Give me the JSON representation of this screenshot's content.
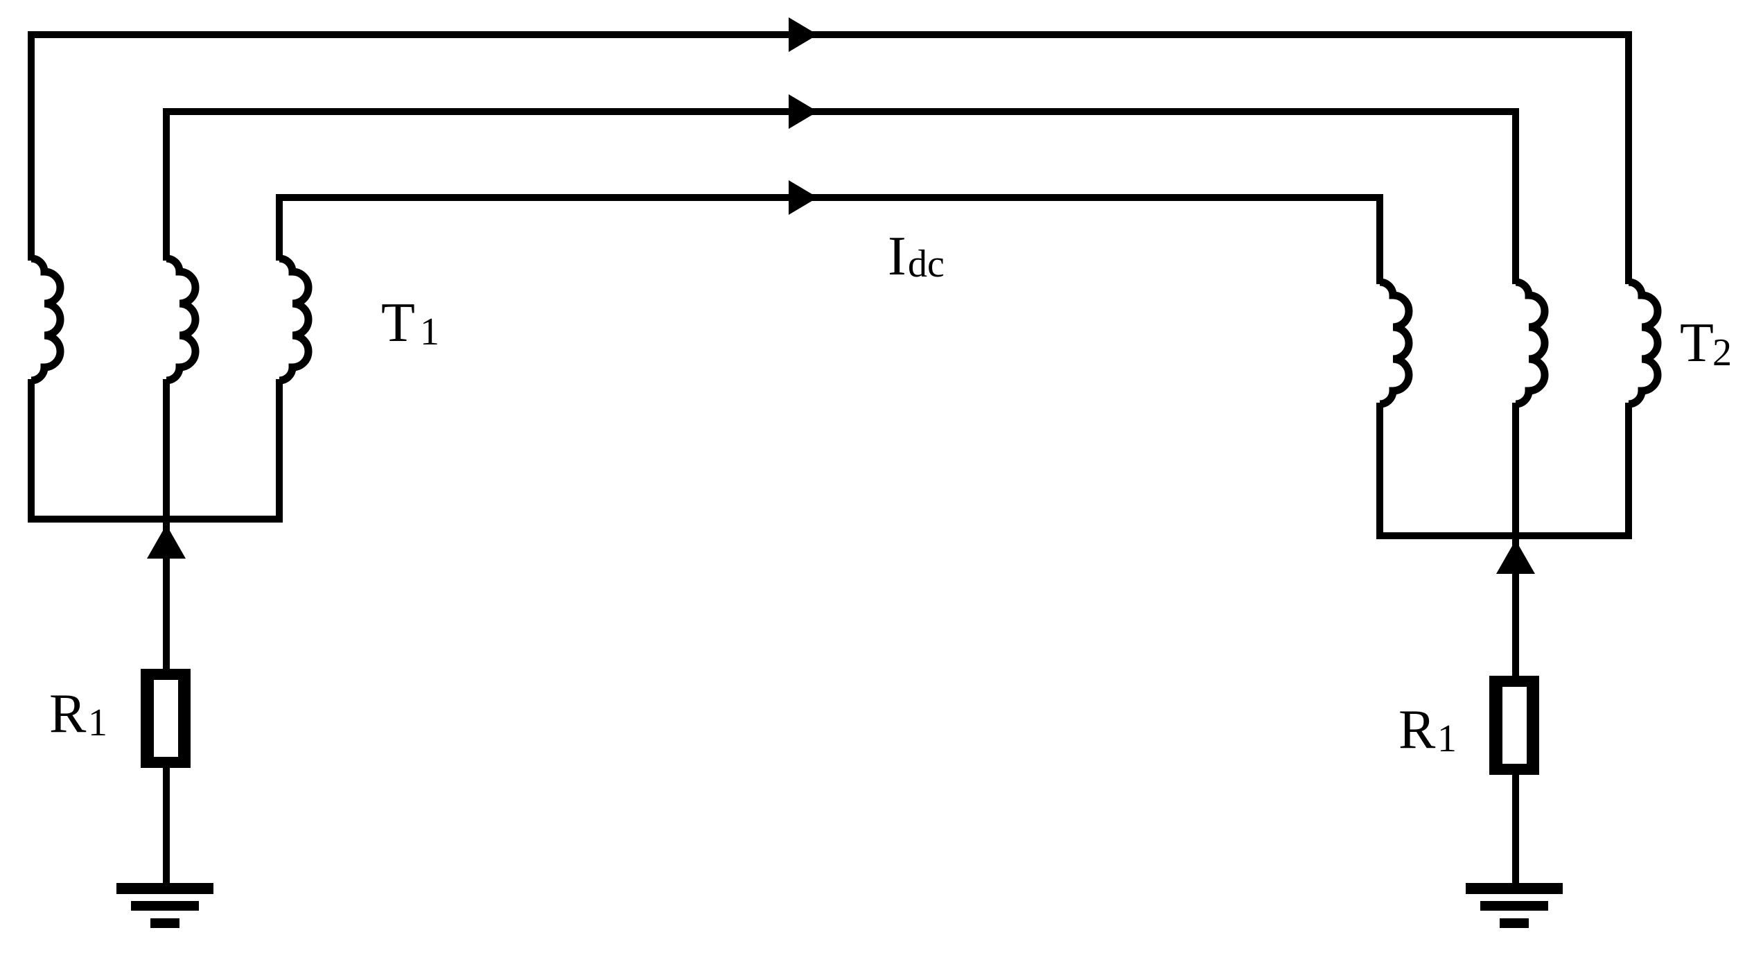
{
  "colors": {
    "background": "#ffffff",
    "ink": "#000000"
  },
  "labels": {
    "transformer_left": {
      "main": "T",
      "sub": "1"
    },
    "transformer_right": {
      "main": "T",
      "sub": "2"
    },
    "dc_current": {
      "main": "I",
      "sub": "dc"
    },
    "resistor_left": {
      "main": "R",
      "sub": "1"
    },
    "resistor_right": {
      "main": "R",
      "sub": "1"
    }
  },
  "diagram": {
    "type": "circuit-schematic",
    "description_elements": [
      "three nested conductor loops with right-pointing current arrows",
      "left transformer winding bank of three coils labeled T1",
      "right transformer winding bank of three coils labeled T2",
      "left neutral bus with upward current arrow into windings",
      "right neutral bus with upward current arrow into windings",
      "left grounding resistor labeled R1 with earth-ground symbol",
      "right grounding resistor labeled R1 with earth-ground symbol"
    ],
    "winding_count_left": 3,
    "winding_count_right": 3,
    "current_direction_top_lines": "left-to-right",
    "current_direction_neutral_legs": "upward"
  }
}
